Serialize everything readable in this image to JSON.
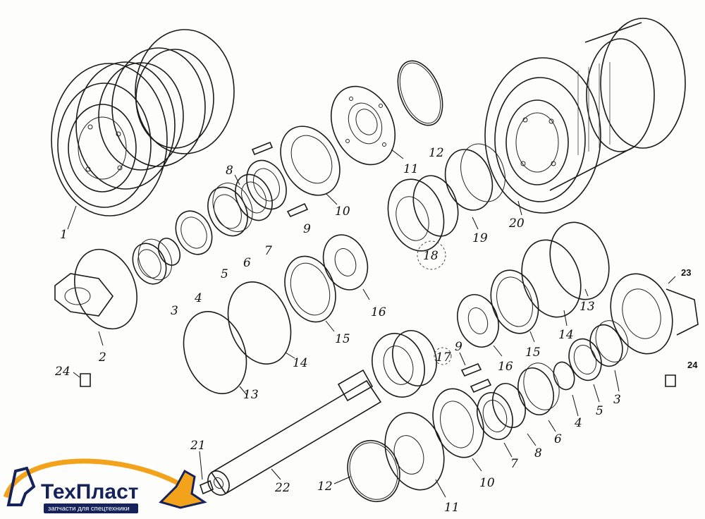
{
  "labels": [
    {
      "id": "1",
      "text": "1"
    },
    {
      "id": "2",
      "text": "2"
    },
    {
      "id": "3a",
      "text": "3"
    },
    {
      "id": "4a",
      "text": "4"
    },
    {
      "id": "5a",
      "text": "5"
    },
    {
      "id": "6a",
      "text": "6"
    },
    {
      "id": "7a",
      "text": "7"
    },
    {
      "id": "8a",
      "text": "8"
    },
    {
      "id": "9a",
      "text": "9"
    },
    {
      "id": "10a",
      "text": "10"
    },
    {
      "id": "11a",
      "text": "11"
    },
    {
      "id": "12a",
      "text": "12"
    },
    {
      "id": "13a",
      "text": "13"
    },
    {
      "id": "14a",
      "text": "14"
    },
    {
      "id": "15a",
      "text": "15"
    },
    {
      "id": "16a",
      "text": "16"
    },
    {
      "id": "17",
      "text": "17"
    },
    {
      "id": "18",
      "text": "18"
    },
    {
      "id": "19",
      "text": "19"
    },
    {
      "id": "20",
      "text": "20"
    },
    {
      "id": "21",
      "text": "21"
    },
    {
      "id": "22",
      "text": "22"
    },
    {
      "id": "23",
      "text": "23"
    },
    {
      "id": "24a",
      "text": "24"
    },
    {
      "id": "24b",
      "text": "24"
    },
    {
      "id": "3b",
      "text": "3"
    },
    {
      "id": "4b",
      "text": "4"
    },
    {
      "id": "5b",
      "text": "5"
    },
    {
      "id": "6b",
      "text": "6"
    },
    {
      "id": "7b",
      "text": "7"
    },
    {
      "id": "8b",
      "text": "8"
    },
    {
      "id": "9b",
      "text": "9"
    },
    {
      "id": "10b",
      "text": "10"
    },
    {
      "id": "11b",
      "text": "11"
    },
    {
      "id": "12b",
      "text": "12"
    },
    {
      "id": "13b",
      "text": "13"
    },
    {
      "id": "14b",
      "text": "14"
    },
    {
      "id": "15b",
      "text": "15"
    },
    {
      "id": "16b",
      "text": "16"
    }
  ],
  "logo": {
    "name": "ТехПласт",
    "tagline": "запчасти для спецтехники",
    "colors": {
      "navy": "#16235b",
      "orange": "#f2a21b"
    }
  }
}
